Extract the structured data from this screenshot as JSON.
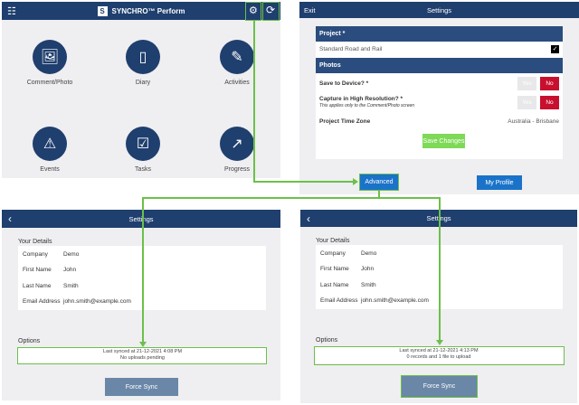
{
  "home": {
    "app_title": "SYNCHRO™ Perform",
    "tiles": [
      {
        "label": "Comment/Photo",
        "icon": "comment-photo-icon"
      },
      {
        "label": "Diary",
        "icon": "diary-icon"
      },
      {
        "label": "Activities",
        "icon": "activities-icon"
      },
      {
        "label": "Events",
        "icon": "warning-icon"
      },
      {
        "label": "Tasks",
        "icon": "tasks-icon"
      },
      {
        "label": "Progress",
        "icon": "progress-chart-icon"
      }
    ]
  },
  "settings": {
    "exit": "Exit",
    "title": "Settings",
    "project_header": "Project *",
    "project_name": "Standard Road and Rail",
    "photos_header": "Photos",
    "save_to_device": "Save to Device? *",
    "capture_hi_res": "Capture in High Resolution? *",
    "capture_note": "This applies only to the Comment/Photo screen",
    "yes": "Yes",
    "no": "No",
    "tz_label": "Project Time Zone",
    "tz_value": "Australia - Brisbane",
    "save_changes": "Save Changes",
    "advanced": "Advanced",
    "my_profile": "My Profile"
  },
  "advanced": {
    "title": "Settings",
    "your_details": "Your Details",
    "labels": [
      "Company",
      "First Name",
      "Last Name",
      "Email Address"
    ],
    "values": [
      "Demo",
      "John",
      "Smith",
      "john.smith@example.com"
    ],
    "options": "Options",
    "force_sync": "Force Sync",
    "before": {
      "line1": "Last synced at 21-12-2021 4:08 PM",
      "line2": "No uploads pending"
    },
    "after": {
      "line1": "Last synced at 21-12-2021 4:13 PM",
      "line2": "0 records and 1 file to upload"
    }
  },
  "colors": {
    "navy": "#1f3f6e",
    "highlight": "#6cc04a",
    "no": "#c8102e",
    "save": "#7ed957",
    "blue_button": "#1a73c8"
  }
}
